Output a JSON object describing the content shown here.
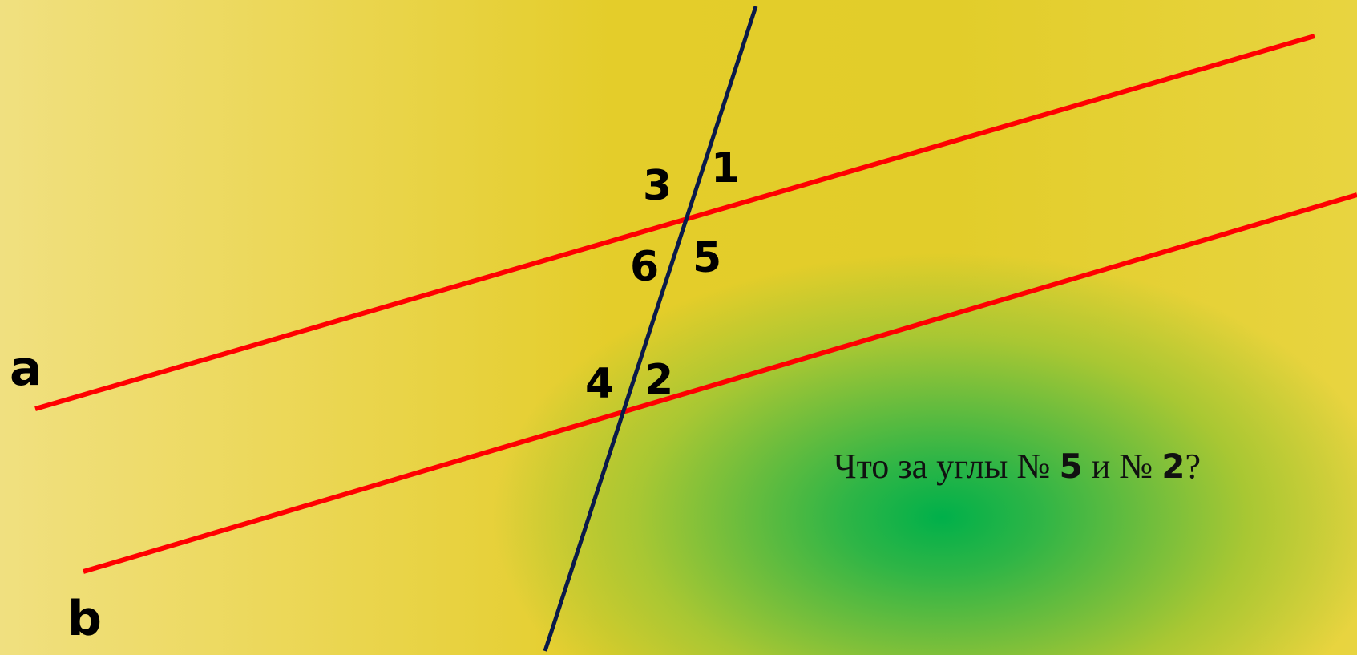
{
  "lines": {
    "a_label": "a",
    "b_label": "b",
    "a_color": "#ff0000",
    "b_color": "#ff0000",
    "transversal_color": "#0a1a4a"
  },
  "angles": {
    "n1": "1",
    "n2": "2",
    "n3": "3",
    "n4": "4",
    "n5": "5",
    "n6": "6"
  },
  "question": {
    "prefix": "Что за углы № ",
    "first": "5",
    "middle": " и № ",
    "second": "2",
    "suffix": "?"
  }
}
